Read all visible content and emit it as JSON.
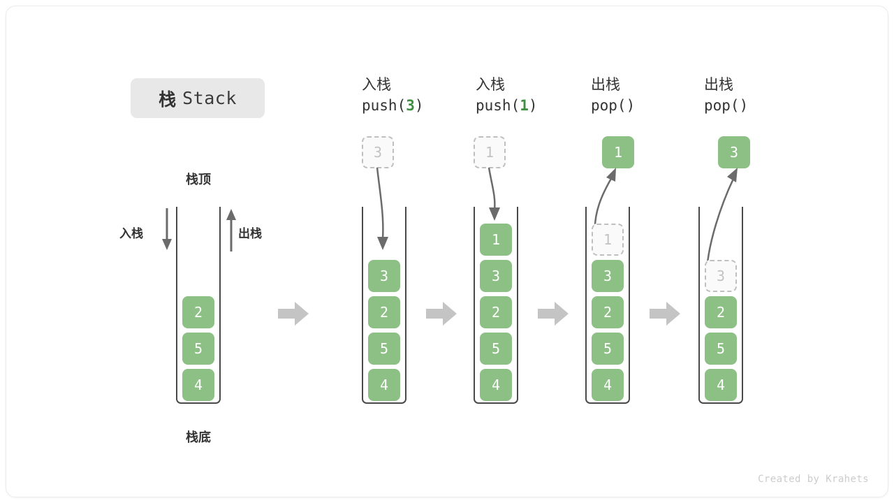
{
  "title": {
    "cn": "栈",
    "en": "Stack"
  },
  "labels": {
    "top": "栈顶",
    "bottom": "栈底",
    "push": "入栈",
    "pop": "出栈"
  },
  "colors": {
    "element": "#8cc084",
    "element_text": "#ffffff",
    "ghost_border": "#bfbfbf",
    "ghost_text": "#c2c2c2",
    "container_border": "#4a4a4a",
    "step_arrow": "#c4c4c4",
    "motion_arrow": "#6b6b6b",
    "accent_green": "#3f8f43",
    "badge_bg": "#e8e8e8"
  },
  "columns": [
    {
      "id": "initial",
      "header_cn": "",
      "header_code": "",
      "code_arg": "",
      "stack": [
        "2",
        "5",
        "4"
      ],
      "ghost_in_stack": null,
      "floating": null,
      "floating_kind": ""
    },
    {
      "id": "push-3",
      "header_cn": "入栈",
      "header_code_prefix": "push(",
      "code_arg": "3",
      "header_code_suffix": ")",
      "stack": [
        "3",
        "2",
        "5",
        "4"
      ],
      "ghost_in_stack": null,
      "floating": "3",
      "floating_kind": "ghost"
    },
    {
      "id": "push-1",
      "header_cn": "入栈",
      "header_code_prefix": "push(",
      "code_arg": "1",
      "header_code_suffix": ")",
      "stack": [
        "1",
        "3",
        "2",
        "5",
        "4"
      ],
      "ghost_in_stack": null,
      "floating": "1",
      "floating_kind": "ghost"
    },
    {
      "id": "pop-1",
      "header_cn": "出栈",
      "header_code_prefix": "pop(",
      "code_arg": "",
      "header_code_suffix": ")",
      "stack": [
        "3",
        "2",
        "5",
        "4"
      ],
      "ghost_in_stack": "1",
      "floating": "1",
      "floating_kind": "filled"
    },
    {
      "id": "pop-3",
      "header_cn": "出栈",
      "header_code_prefix": "pop(",
      "code_arg": "",
      "header_code_suffix": ")",
      "stack": [
        "2",
        "5",
        "4"
      ],
      "ghost_in_stack": "3",
      "floating": "3",
      "floating_kind": "filled"
    }
  ],
  "credit": "Created by Krahets"
}
